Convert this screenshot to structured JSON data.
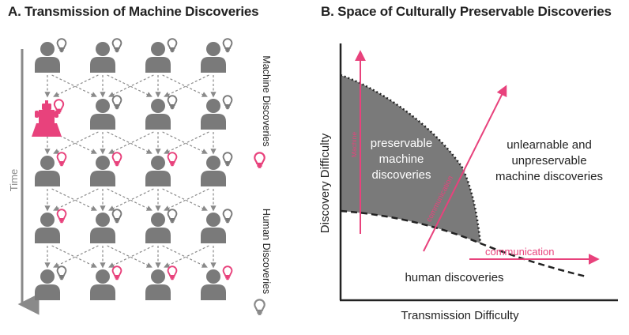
{
  "panel_a": {
    "title": "A. Transmission of Machine Discoveries",
    "time_label": "Time",
    "legend": {
      "machine_label": "Machine Discoveries",
      "human_label": "Human Discoveries"
    }
  },
  "panel_b": {
    "title": "B. Space of Culturally Preservable Discoveries",
    "y_axis_label": "Discovery Difficulty",
    "x_axis_label": "Transmission Difficulty",
    "region_preservable": [
      "preservable",
      "machine",
      "discoveries"
    ],
    "region_unlearnable": [
      "unlearnable and",
      "unpreservable",
      "machine discoveries"
    ],
    "region_human": "human discoveries",
    "arrow_machine": "Machine",
    "arrow_communication": "communication",
    "arrow_diagonal": "communication"
  },
  "colors": {
    "person": "#7a7a7a",
    "machine_pink": "#e8427c",
    "region_fill": "#7a7a7a",
    "text": "#222222"
  },
  "icons": {
    "human": "person-icon",
    "human_discovery": "lightbulb-gray-icon",
    "machine_discovery": "lightbulb-pink-icon",
    "machine": "robot-icon"
  }
}
